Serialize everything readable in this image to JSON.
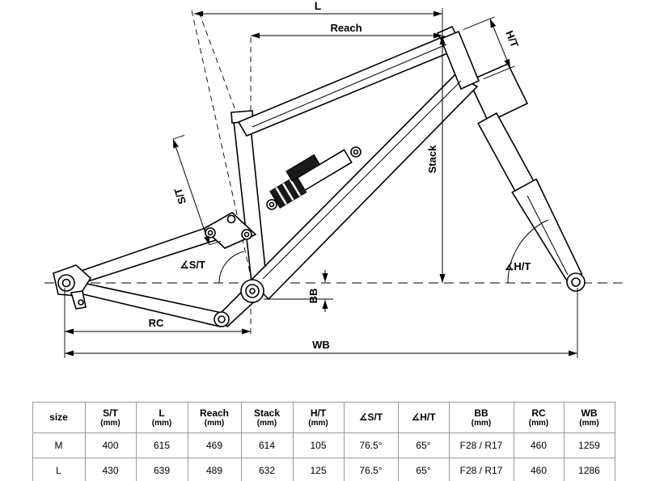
{
  "diagram": {
    "labels": {
      "l": "L",
      "reach": "Reach",
      "ht": "H/T",
      "stack": "Stack",
      "st": "S/T",
      "angle_st": "∡S/T",
      "bb": "BB",
      "angle_ht": "∡H/T",
      "rc": "RC",
      "wb": "WB"
    },
    "colors": {
      "line": "#000000",
      "frame_fill": "#ffffff",
      "shock_dark": "#1a1a1a"
    }
  },
  "table": {
    "headers": [
      {
        "label": "size",
        "unit": ""
      },
      {
        "label": "S/T",
        "unit": "(mm)"
      },
      {
        "label": "L",
        "unit": "(mm)"
      },
      {
        "label": "Reach",
        "unit": "(mm)"
      },
      {
        "label": "Stack",
        "unit": "(mm)"
      },
      {
        "label": "H/T",
        "unit": "(mm)"
      },
      {
        "label": "∡S/T",
        "unit": ""
      },
      {
        "label": "∡H/T",
        "unit": ""
      },
      {
        "label": "BB",
        "unit": "(mm)"
      },
      {
        "label": "RC",
        "unit": "(mm)"
      },
      {
        "label": "WB",
        "unit": "(mm)"
      }
    ],
    "rows": [
      {
        "size": "M",
        "st": "400",
        "l": "615",
        "reach": "469",
        "stack": "614",
        "ht": "105",
        "angle_st": "76.5°",
        "angle_ht": "65°",
        "bb": "F28 / R17",
        "rc": "460",
        "wb": "1259"
      },
      {
        "size": "L",
        "st": "430",
        "l": "639",
        "reach": "489",
        "stack": "632",
        "ht": "125",
        "angle_st": "76.5°",
        "angle_ht": "65°",
        "bb": "F28 / R17",
        "rc": "460",
        "wb": "1286"
      }
    ]
  }
}
